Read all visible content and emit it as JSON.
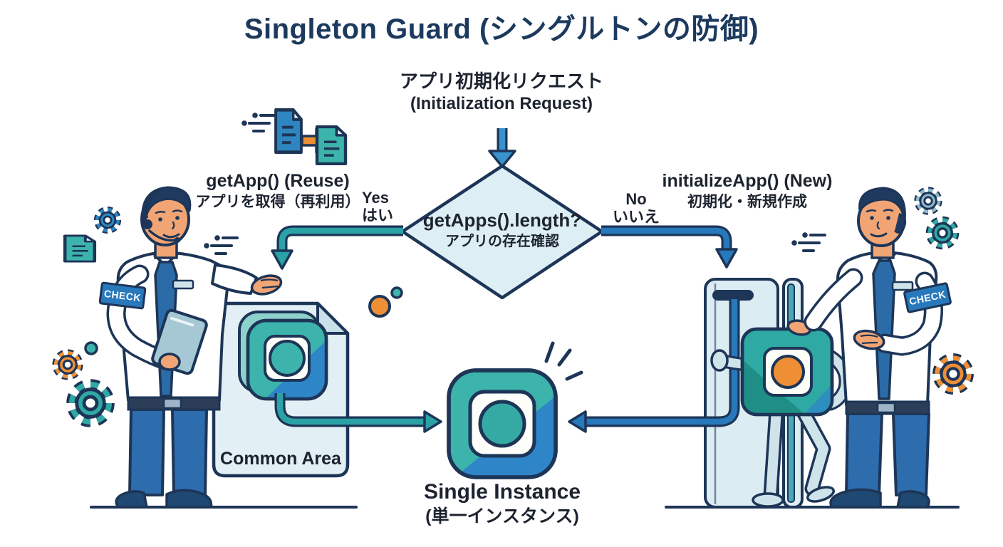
{
  "title": "Singleton Guard (シングルトンの防御)",
  "request": {
    "jp": "アプリ初期化リクエスト",
    "en": "(Initialization Request)"
  },
  "decision": {
    "code": "getApps().length?",
    "jp": "アプリの存在確認"
  },
  "yes_branch": {
    "code": "getApp() (Reuse)",
    "jp": "アプリを取得（再利用）",
    "answer_en": "Yes",
    "answer_jp": "はい"
  },
  "no_branch": {
    "code": "initializeApp() (New)",
    "jp": "初期化・新規作成",
    "answer_en": "No",
    "answer_jp": "いいえ"
  },
  "common_area": {
    "label": "Common Area"
  },
  "single_instance": {
    "en": "Single Instance",
    "jp": "(単一インスタンス)"
  },
  "guards": {
    "left_badge": "CHECK",
    "right_badge": "CHECK"
  },
  "icons": [
    "gear-icon",
    "document-icon",
    "app-instance-icon",
    "arrow-icon",
    "sparkle-icon",
    "speed-lines-icon"
  ],
  "colors": {
    "outline_navy": "#1d3557",
    "title_navy": "#1c3a5e",
    "teal_arrow": "#2aa2a6",
    "teal_icon": "#3cb4ac",
    "blue_arrow": "#2878bc",
    "light_panel": "#dcecf3",
    "orange": "#ef8f35",
    "pants_blue": "#2d6dad",
    "skin": "#f2a574"
  }
}
